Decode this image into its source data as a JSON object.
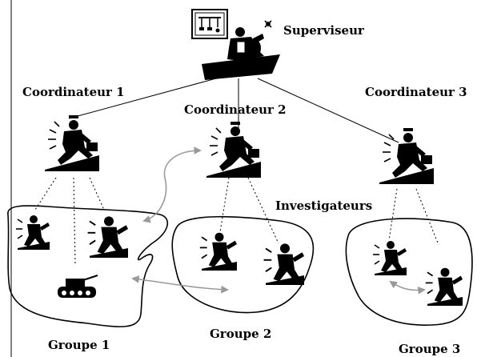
{
  "labels": {
    "supervisor": "Superviseur",
    "coordinator_1": "Coordinateur 1",
    "coordinator_2": "Coordinateur 2",
    "coordinator_3": "Coordinateur 3",
    "investigators": "Investigateurs",
    "group_1": "Groupe 1",
    "group_2": "Groupe 2",
    "group_3": "Groupe 3"
  },
  "icons": {
    "supervisor": "supervisor-at-chart-icon",
    "coordinator": "businessman-running-icon",
    "investigator": "investigator-figure-icon",
    "tank": "tank-icon",
    "exchange": "double-headed-arrow-icon"
  },
  "colors": {
    "ink": "#000000",
    "arrow": "#999999",
    "background": "#ffffff"
  }
}
